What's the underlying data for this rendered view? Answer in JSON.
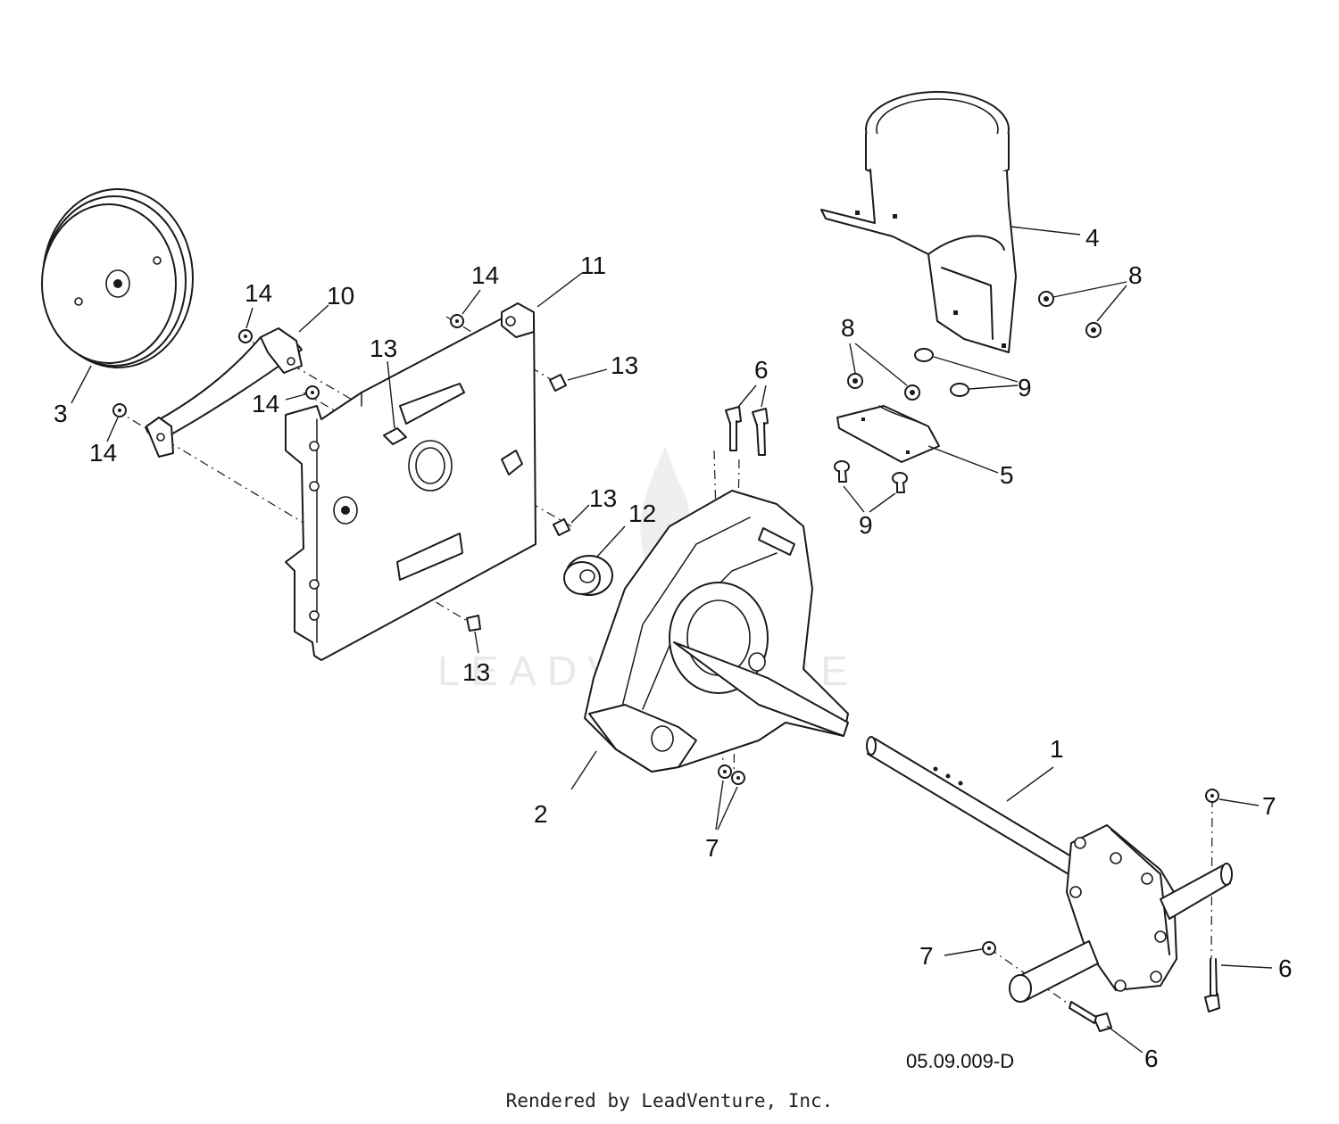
{
  "diagram": {
    "code": "05.09.009-D",
    "watermark": "LEADVENTURE",
    "callouts": [
      {
        "id": "c1",
        "label": "1"
      },
      {
        "id": "c2",
        "label": "2"
      },
      {
        "id": "c3",
        "label": "3"
      },
      {
        "id": "c4",
        "label": "4"
      },
      {
        "id": "c5",
        "label": "5"
      },
      {
        "id": "c6a",
        "label": "6"
      },
      {
        "id": "c6b",
        "label": "6"
      },
      {
        "id": "c6c",
        "label": "6"
      },
      {
        "id": "c7a",
        "label": "7"
      },
      {
        "id": "c7b",
        "label": "7"
      },
      {
        "id": "c7c",
        "label": "7"
      },
      {
        "id": "c8a",
        "label": "8"
      },
      {
        "id": "c8b",
        "label": "8"
      },
      {
        "id": "c9a",
        "label": "9"
      },
      {
        "id": "c9b",
        "label": "9"
      },
      {
        "id": "c10",
        "label": "10"
      },
      {
        "id": "c11",
        "label": "11"
      },
      {
        "id": "c12",
        "label": "12"
      },
      {
        "id": "c13a",
        "label": "13"
      },
      {
        "id": "c13b",
        "label": "13"
      },
      {
        "id": "c13c",
        "label": "13"
      },
      {
        "id": "c13d",
        "label": "13"
      },
      {
        "id": "c14a",
        "label": "14"
      },
      {
        "id": "c14b",
        "label": "14"
      },
      {
        "id": "c14c",
        "label": "14"
      },
      {
        "id": "c14d",
        "label": "14"
      }
    ]
  },
  "footer": {
    "credit": "Rendered by LeadVenture, Inc."
  }
}
